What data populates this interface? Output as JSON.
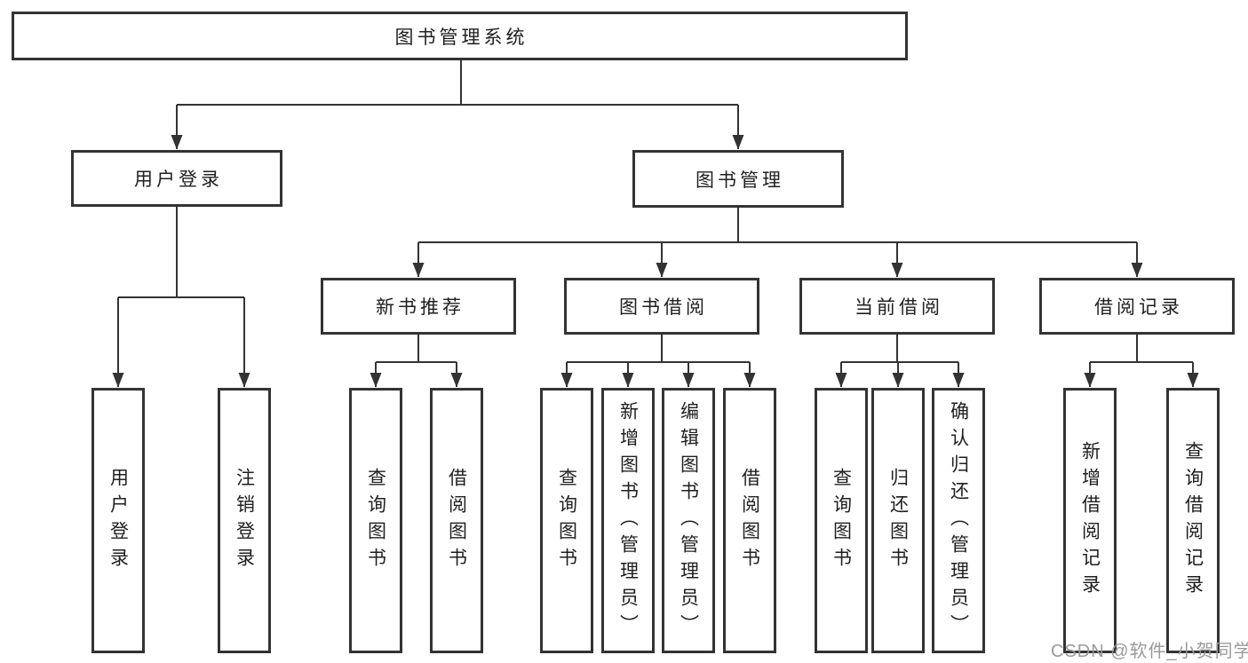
{
  "tree": {
    "label": "图书管理系统",
    "children": [
      {
        "label": "用户登录",
        "children": [
          {
            "label": "用户登录"
          },
          {
            "label": "注销登录"
          }
        ]
      },
      {
        "label": "图书管理",
        "children": [
          {
            "label": "新书推荐",
            "children": [
              {
                "label": "查询图书"
              },
              {
                "label": "借阅图书"
              }
            ]
          },
          {
            "label": "图书借阅",
            "children": [
              {
                "label": "查询图书"
              },
              {
                "label": "新增图书（管理员）"
              },
              {
                "label": "编辑图书（管理员）"
              },
              {
                "label": "借阅图书"
              }
            ]
          },
          {
            "label": "当前借阅",
            "children": [
              {
                "label": "查询图书"
              },
              {
                "label": "归还图书"
              },
              {
                "label": "确认归还（管理员）"
              }
            ]
          },
          {
            "label": "借阅记录",
            "children": [
              {
                "label": "新增借阅记录"
              },
              {
                "label": "查询借阅记录"
              }
            ]
          }
        ]
      }
    ]
  },
  "watermark": {
    "text": "CSDN @软件_小贺同学"
  },
  "colors": {
    "line": "#333333",
    "box_border": "#333333",
    "text": "#1f1f1f",
    "watermark": "#9a9a9a",
    "background": "#ffffff"
  }
}
